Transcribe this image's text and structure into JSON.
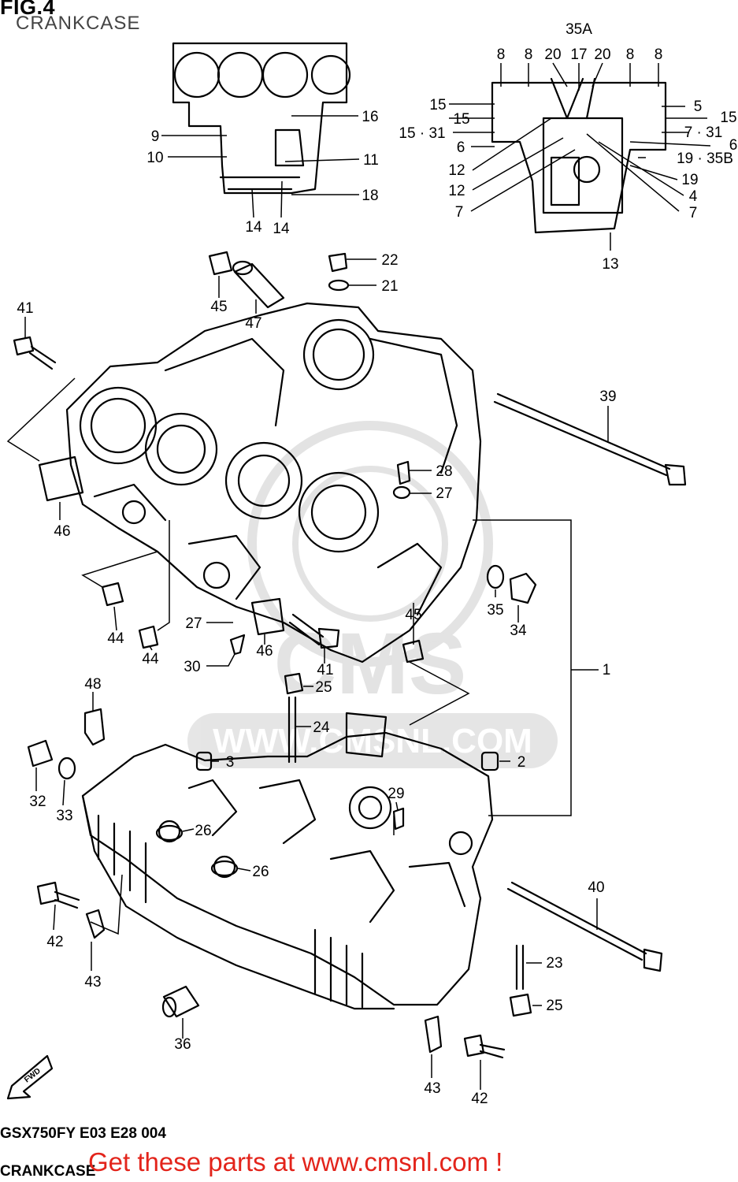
{
  "header": {
    "fig": "FIG.4",
    "name": "CRANKCASE"
  },
  "footer": {
    "code": "GSX750FY E03 E28 004",
    "name": "CRANKCASE",
    "promo": "Get these parts at www.cmsnl.com !"
  },
  "watermark": {
    "text": "CMS",
    "url": "WWW.CMSNL.COM"
  },
  "fwd_label": "FWD",
  "callouts": [
    "35A",
    "8",
    "8",
    "20",
    "17",
    "20",
    "8",
    "8",
    "15",
    "15",
    "15 · 31",
    "6",
    "12",
    "12",
    "7",
    "5",
    "15",
    "7 · 31",
    "6",
    "19 · 35B",
    "19",
    "4",
    "7",
    "13",
    "16",
    "9",
    "10",
    "11",
    "18",
    "14",
    "14",
    "22",
    "21",
    "45",
    "47",
    "41",
    "46",
    "39",
    "28",
    "27",
    "35",
    "34",
    "1",
    "45",
    "44",
    "44",
    "27",
    "30",
    "46",
    "41",
    "25",
    "24",
    "48",
    "3",
    "2",
    "32",
    "33",
    "26",
    "26",
    "29",
    "42",
    "43",
    "40",
    "23",
    "25",
    "36",
    "43",
    "42"
  ]
}
